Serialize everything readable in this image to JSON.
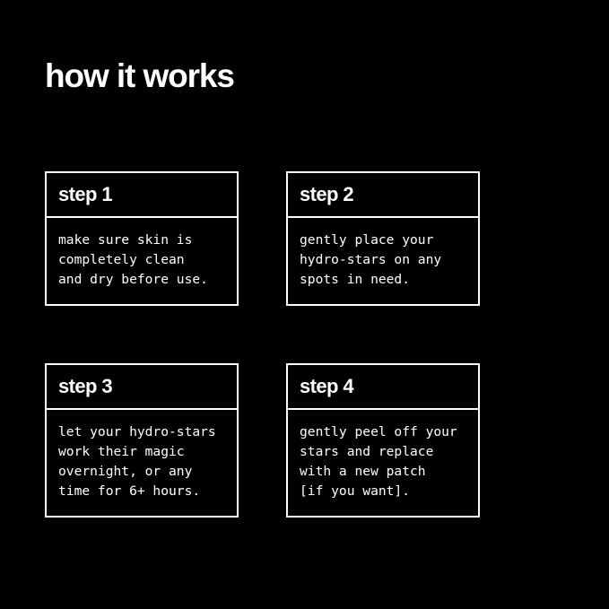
{
  "page": {
    "title": "how it works",
    "background_color": "#000000",
    "text_color": "#ffffff",
    "border_color": "#ffffff"
  },
  "steps": [
    {
      "header": "step 1",
      "lines": [
        "make sure skin is",
        "completely clean",
        "and dry before use."
      ]
    },
    {
      "header": "step 2",
      "lines": [
        "gently place your",
        "hydro-stars on any",
        "spots in need."
      ]
    },
    {
      "header": "step 3",
      "lines": [
        "let your hydro-stars",
        "work their magic",
        "overnight, or any",
        "time for 6+ hours."
      ]
    },
    {
      "header": "step 4",
      "lines": [
        "gently peel off your",
        "stars and replace",
        "with a new patch",
        "[if you want]."
      ]
    }
  ]
}
